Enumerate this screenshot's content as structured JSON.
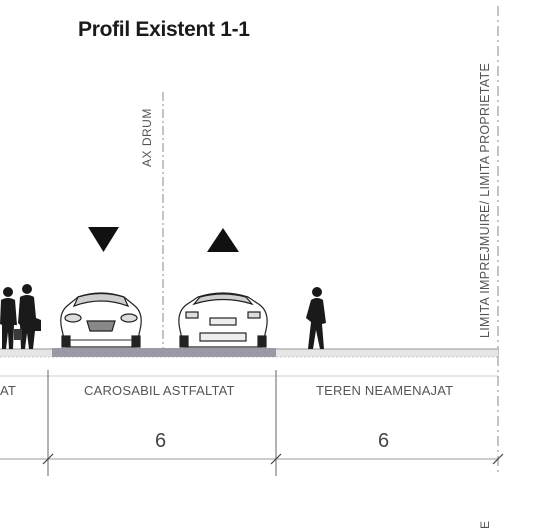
{
  "title": "Profil Existent 1-1",
  "axis_label": "AX DRUM",
  "property_limit_label": "LIMITA IMPREJMUIRE/ LIMITA PROPRIETATE",
  "property_limit_label_bottom": "E",
  "zones": [
    {
      "label": "AT",
      "width": ""
    },
    {
      "label": "CAROSABIL ASTFALTAT",
      "width": "6"
    },
    {
      "label": "TEREN NEAMENAJAT",
      "width": "6"
    }
  ],
  "icons": {
    "direction_down": "triangle-down-icon",
    "direction_up": "triangle-up-icon",
    "car_front": "car-front-icon",
    "car_rear": "car-rear-icon",
    "pedestrians_left": "pedestrian-group-icon",
    "pedestrian_right": "pedestrian-icon"
  },
  "colors": {
    "road_surface": "#9a9aa6",
    "ground": "#dcdcdc",
    "lines": "#555555",
    "symbols": "#111111"
  }
}
